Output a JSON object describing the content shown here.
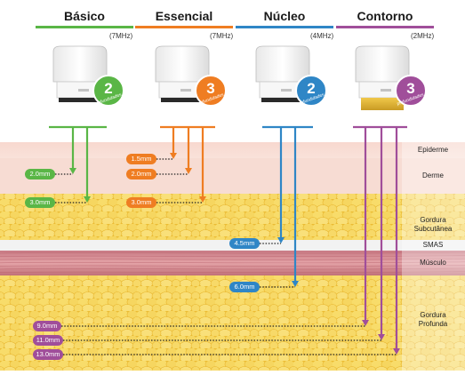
{
  "devices": [
    {
      "name": "Básico",
      "freq": "(7MHz)",
      "depth_count": "2",
      "depth_word": "profundidades",
      "color": "#5ab646"
    },
    {
      "name": "Essencial",
      "freq": "(7MHz)",
      "depth_count": "3",
      "depth_word": "profundidades",
      "color": "#ef7d22"
    },
    {
      "name": "Núcleo",
      "freq": "(4MHz)",
      "depth_count": "2",
      "depth_word": "profundidades",
      "color": "#2f86c6"
    },
    {
      "name": "Contorno",
      "freq": "(2MHz)",
      "depth_count": "3",
      "depth_word": "profundidades",
      "color": "#a04e9a"
    }
  ],
  "layers": [
    "Epiderme",
    "Derme",
    "Gordura Subcutânea",
    "SMAS",
    "Músculo",
    "Gordura Profunda"
  ],
  "depths": {
    "basico": [
      "2.0mm",
      "3.0mm"
    ],
    "essencial": [
      "1.5mm",
      "2.0mm",
      "3.0mm"
    ],
    "nucleo": [
      "4.5mm",
      "6.0mm"
    ],
    "contorno": [
      "9.0mm",
      "11.0mm",
      "13.0mm"
    ]
  },
  "colors": {
    "epiderme": "#f7dcd2",
    "derme": "#f5d3c8",
    "fat": "#f3cf4d",
    "smas": "#f2f2f2",
    "musculo": "#d98c91"
  }
}
